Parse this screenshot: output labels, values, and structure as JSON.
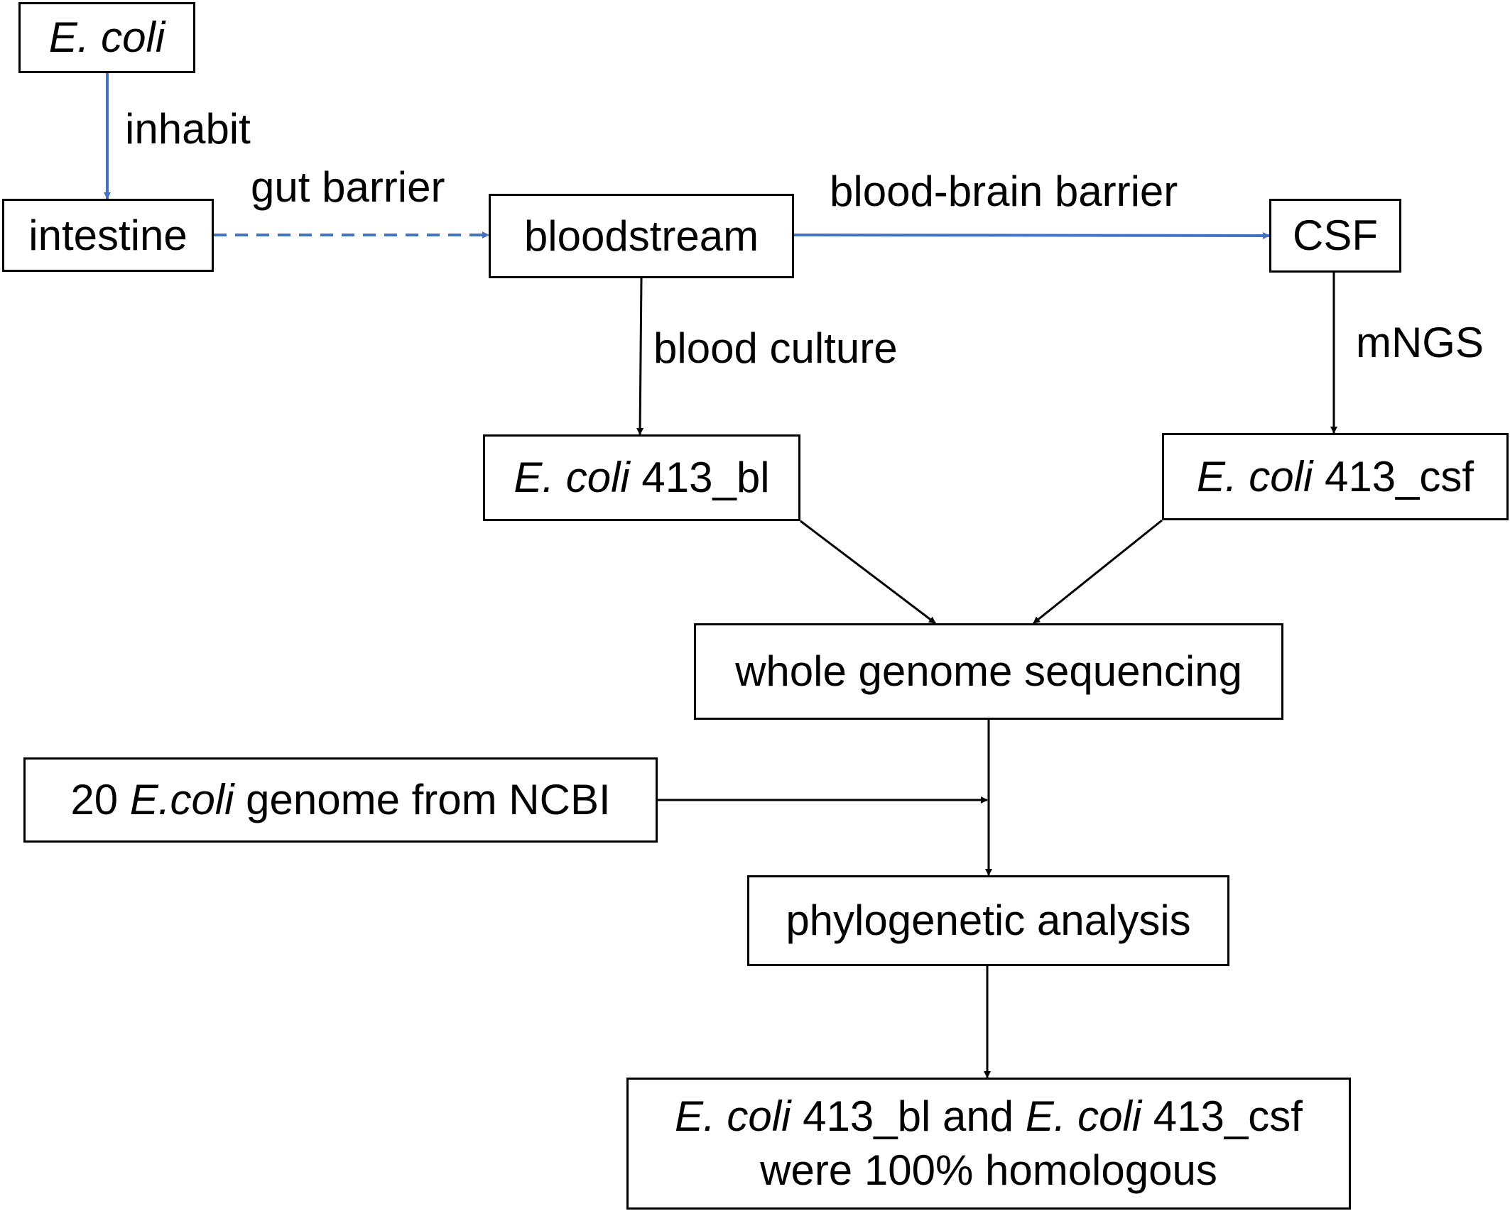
{
  "colors": {
    "background": "#ffffff",
    "border": "#000000",
    "text": "#000000",
    "edge_blue": "#4472c4",
    "edge_black": "#000000"
  },
  "nodes": {
    "ecoli": {
      "italic": "E. coli"
    },
    "intestine": {
      "text": "intestine"
    },
    "bloodstream": {
      "text": "bloodstream"
    },
    "csf": {
      "text": "CSF"
    },
    "ecoli_bl": {
      "italic": "E. coli",
      "suffix": " 413_bl"
    },
    "ecoli_csf": {
      "italic": "E. coli",
      "suffix": " 413_csf"
    },
    "wgs": {
      "text": "whole genome sequencing"
    },
    "ncbi": {
      "prefix": "20 ",
      "italic": "E.coli",
      "suffix": " genome from NCBI"
    },
    "phylo": {
      "text": "phylogenetic analysis"
    },
    "result": {
      "line1_italic_a": "E. coli",
      "line1_mid": " 413_bl and ",
      "line1_italic_b": "E. coli",
      "line1_suffix": " 413_csf",
      "line2": "were 100% homologous"
    }
  },
  "edges": {
    "inhabit": "inhabit",
    "gut_barrier": "gut barrier",
    "blood_brain_barrier": "blood-brain barrier",
    "blood_culture": "blood culture",
    "mngs": "mNGS"
  }
}
